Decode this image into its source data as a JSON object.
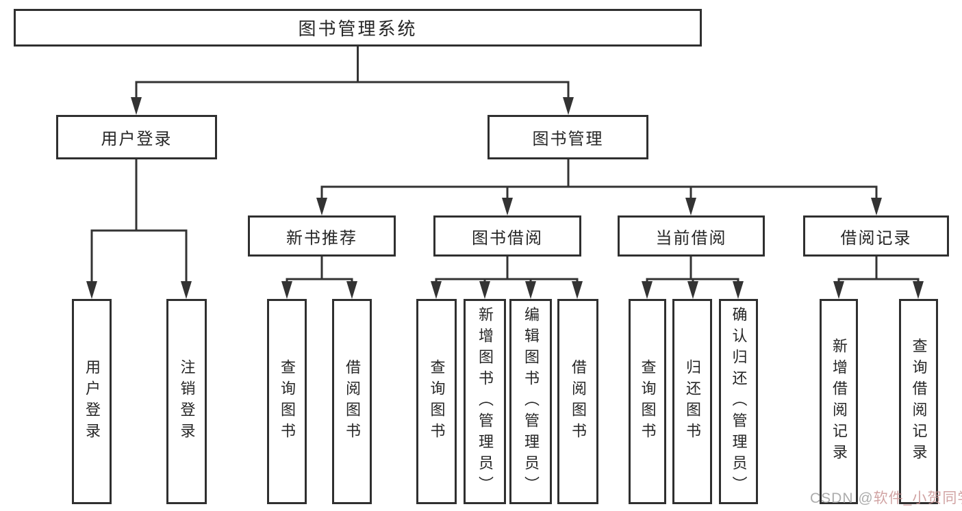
{
  "diagram_title": "图书管理系统",
  "nodes": {
    "root": {
      "label": "图书管理系统"
    },
    "l2": [
      {
        "label": "用户登录"
      },
      {
        "label": "图书管理"
      }
    ],
    "l3": [
      {
        "label": "新书推荐"
      },
      {
        "label": "图书借阅"
      },
      {
        "label": "当前借阅"
      },
      {
        "label": "借阅记录"
      }
    ],
    "leaves": [
      {
        "label": "用户登录",
        "parent": "用户登录"
      },
      {
        "label": "注销登录",
        "parent": "用户登录"
      },
      {
        "label": "查询图书",
        "parent": "新书推荐"
      },
      {
        "label": "借阅图书",
        "parent": "新书推荐"
      },
      {
        "label": "查询图书",
        "parent": "图书借阅"
      },
      {
        "label": "新增图书（管理员）",
        "parent": "图书借阅"
      },
      {
        "label": "编辑图书（管理员）",
        "parent": "图书借阅"
      },
      {
        "label": "借阅图书",
        "parent": "图书借阅"
      },
      {
        "label": "查询图书",
        "parent": "当前借阅"
      },
      {
        "label": "归还图书",
        "parent": "当前借阅"
      },
      {
        "label": "确认归还（管理员）",
        "parent": "当前借阅"
      },
      {
        "label": "新增借阅记录",
        "parent": "借阅记录"
      },
      {
        "label": "查询借阅记录",
        "parent": "借阅记录"
      }
    ]
  },
  "watermark": {
    "prefix": "CSDN @",
    "author": "软件_小贺同学"
  },
  "colors": {
    "line": "#333333",
    "box_border": "#2f2f2f",
    "text": "#262626",
    "background": "#ffffff",
    "watermark_gray": "#9e9e9e",
    "watermark_red": "#c68c8c"
  }
}
